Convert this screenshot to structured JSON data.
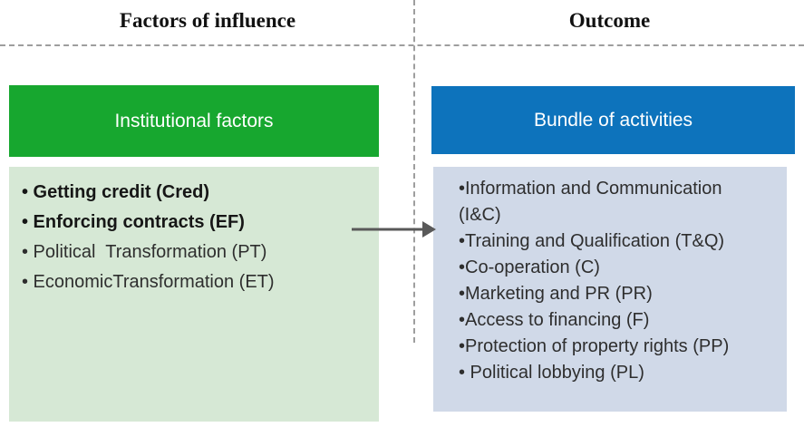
{
  "columns": {
    "left_title": "Factors of influence",
    "right_title": "Outcome"
  },
  "left_panel": {
    "title": "Institutional factors",
    "items": [
      {
        "text": "• Getting credit (Cred)",
        "bold": true
      },
      {
        "text": "• Enforcing contracts (EF)",
        "bold": true
      },
      {
        "text": "• Political  Transformation (PT)",
        "bold": false
      },
      {
        "text": "• EconomicTransformation (ET)",
        "bold": false
      }
    ]
  },
  "right_panel": {
    "title": "Bundle of activities",
    "items": [
      {
        "text": "•Information and Communication\n(I&C)",
        "bold": false
      },
      {
        "text": "•Training and Qualification (T&Q)",
        "bold": false
      },
      {
        "text": "•Co-operation (C)",
        "bold": false
      },
      {
        "text": "•Marketing and PR (PR)",
        "bold": false
      },
      {
        "text": "•Access to financing (F)",
        "bold": false
      },
      {
        "text": "•Protection of property rights (PP)",
        "bold": false
      },
      {
        "text": "• Political lobbying (PL)",
        "bold": false
      }
    ]
  },
  "icons": {
    "arrow": "right-arrow"
  },
  "colors": {
    "green_header": "#17a72f",
    "blue_header": "#0d73bc",
    "green_panel": "#d6e8d5",
    "blue_panel": "#d0d9e8",
    "divider_gray": "#9e9e9e",
    "arrow_gray": "#595959"
  }
}
